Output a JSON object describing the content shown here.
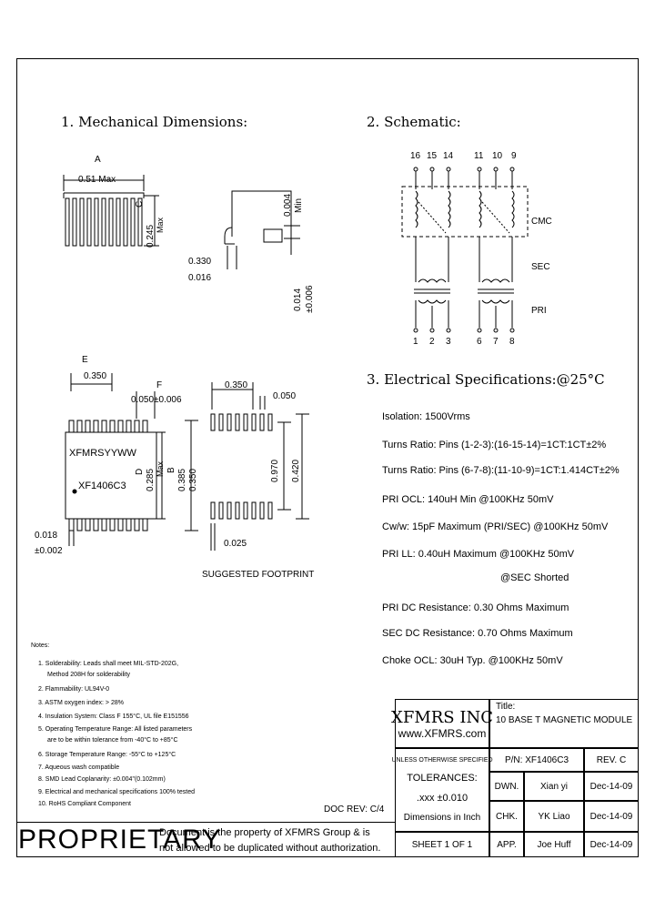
{
  "sections": {
    "mechanical": "1. Mechanical Dimensions:",
    "schematic": "2. Schematic:",
    "electrical": "3. Electrical Specifications:@25°C"
  },
  "mech": {
    "label_a": "A",
    "dim_051": "0.51  Max",
    "label_c": "C",
    "dim_0245": "0.245",
    "max_c": "Max",
    "dim_0004": "0.004",
    "min_0004": "Min",
    "dim_0330": "0.330",
    "dim_0016": "0.016",
    "dim_0014": "0.014",
    "dim_006": "±0.006",
    "label_e": "E",
    "dim_0350": "0.350",
    "label_f": "F",
    "dim_0050_006": "0.050±0.006",
    "mark_line1": "XFMRSYYWW",
    "mark_line2": "XF1406C3",
    "label_d": "D",
    "dim_0285": "0.285",
    "max_d": "Max",
    "label_b": "B",
    "dim_0385": "0.385",
    "dim_0350b": "0.350",
    "dim_0018": "0.018",
    "dim_0002": "±0.002",
    "fp_0350": "0.350",
    "fp_0050": "0.050",
    "fp_0970": "0.970",
    "fp_0420": "0.420",
    "fp_0025": "0.025",
    "footprint_label": "SUGGESTED FOOTPRINT"
  },
  "schem": {
    "top_pins": [
      "16",
      "15",
      "14",
      "11",
      "10",
      "9"
    ],
    "bottom_pins": [
      "1",
      "2",
      "3",
      "6",
      "7",
      "8"
    ],
    "cmc": "CMC",
    "sec": "SEC",
    "pri": "PRI"
  },
  "specs": [
    "Isolation: 1500Vrms",
    "Turns Ratio: Pins (1-2-3):(16-15-14)=1CT:1CT±2%",
    "Turns Ratio: Pins (6-7-8):(11-10-9)=1CT:1.414CT±2%",
    "PRI OCL: 140uH Min @100KHz 50mV",
    "Cw/w: 15pF Maximum (PRI/SEC) @100KHz 50mV",
    "PRI LL: 0.40uH Maximum @100KHz 50mV",
    "@SEC Shorted",
    "PRI DC Resistance: 0.30 Ohms Maximum",
    "SEC DC Resistance: 0.70 Ohms Maximum",
    "Choke OCL: 30uH Typ. @100KHz 50mV"
  ],
  "notes": {
    "title": "Notes:",
    "items": [
      "1. Solderability: Leads shall meet MIL-STD-202G,",
      "Method 208H for solderability",
      "2. Flammability: UL94V-0",
      "3. ASTM oxygen index: > 28%",
      "4. Insulation System: Class F 155°C, UL file E151556",
      "5. Operating Temperature Range: All listed parameters",
      "are to be within tolerance from -40°C to +85°C",
      "6. Storage Temperature Range: -55°C to +125°C",
      "7. Aqueous wash compatible",
      "8. SMD Lead Coplanarity: ±0.004\"(0.102mm)",
      "9. Electrical and mechanical specifications 100% tested",
      "10. RoHS Compliant Component"
    ]
  },
  "doc_rev": "DOC REV: C/4",
  "proprietary": {
    "word": "PROPRIETARY",
    "line1": "Document is the property of XFMRS Group & is",
    "line2": "not allowed to be duplicated without authorization."
  },
  "title_block": {
    "company": "XFMRS INC",
    "website": "www.XFMRS.com",
    "title_label": "Title:",
    "title": "10 BASE T MAGNETIC MODULE",
    "unless": "UNLESS OTHERWISE SPECIFIED",
    "pn": "P/N: XF1406C3",
    "rev": "REV. C",
    "tolerances": "TOLERANCES:",
    "tol_value": ".xxx ±0.010",
    "dims_in": "Dimensions in Inch",
    "sheet": "SHEET  1  OF  1",
    "rows": [
      {
        "role": "DWN.",
        "name": "Xian yi",
        "date": "Dec-14-09"
      },
      {
        "role": "CHK.",
        "name": "YK Liao",
        "date": "Dec-14-09"
      },
      {
        "role": "APP.",
        "name": "Joe Huff",
        "date": "Dec-14-09"
      }
    ]
  }
}
